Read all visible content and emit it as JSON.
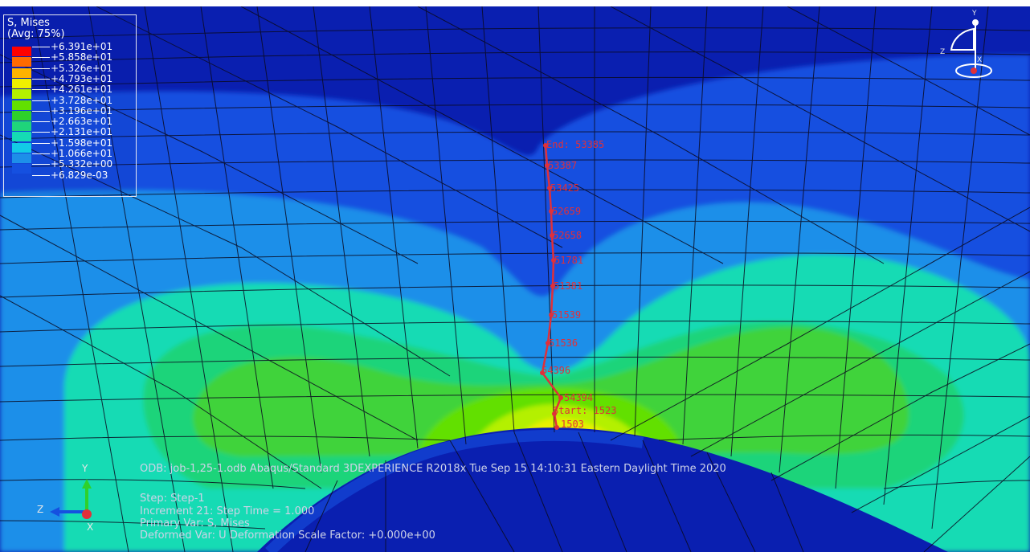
{
  "legend": {
    "title": "S, Mises",
    "subtitle": "(Avg: 75%)",
    "ticks": [
      "+6.391e+01",
      "+5.858e+01",
      "+5.326e+01",
      "+4.793e+01",
      "+4.261e+01",
      "+3.728e+01",
      "+3.196e+01",
      "+2.663e+01",
      "+2.131e+01",
      "+1.598e+01",
      "+1.066e+01",
      "+5.332e+00",
      "+6.829e-03"
    ],
    "colors": [
      "#ff0000",
      "#ff6a00",
      "#ffb300",
      "#f0f000",
      "#b4f000",
      "#62e000",
      "#2ed12a",
      "#1fd47a",
      "#15dbb4",
      "#12cbe6",
      "#1d8fe9",
      "#1550e0",
      "#0a1fb0"
    ]
  },
  "path_labels": {
    "end": "End: 53385",
    "n1": "53387",
    "n2": "53425",
    "n3": "52659",
    "n4": "52658",
    "n5": "51781",
    "n6": "51381",
    "n7": "51539",
    "n8": "51536",
    "n9": "54396",
    "n10": "54394",
    "start": "Start: 1523",
    "n11": "1503"
  },
  "path_color": "#e0303a",
  "footer": {
    "odb": "ODB: job-1,25-1.odb    Abaqus/Standard 3DEXPERIENCE R2018x    Tue Sep 15 14:10:31 Eastern Daylight Time 2020",
    "step": "Step: Step-1",
    "increment": "Increment    21: Step Time =    1.000",
    "primary": "Primary Var: S, Mises",
    "deformed": "Deformed Var: U   Deformation Scale Factor: +0.000e+00"
  },
  "triad_bottom": {
    "y": "Y",
    "z": "Z",
    "x": "X"
  },
  "triad_top": {
    "y": "Y",
    "z": "Z",
    "x": "X"
  }
}
